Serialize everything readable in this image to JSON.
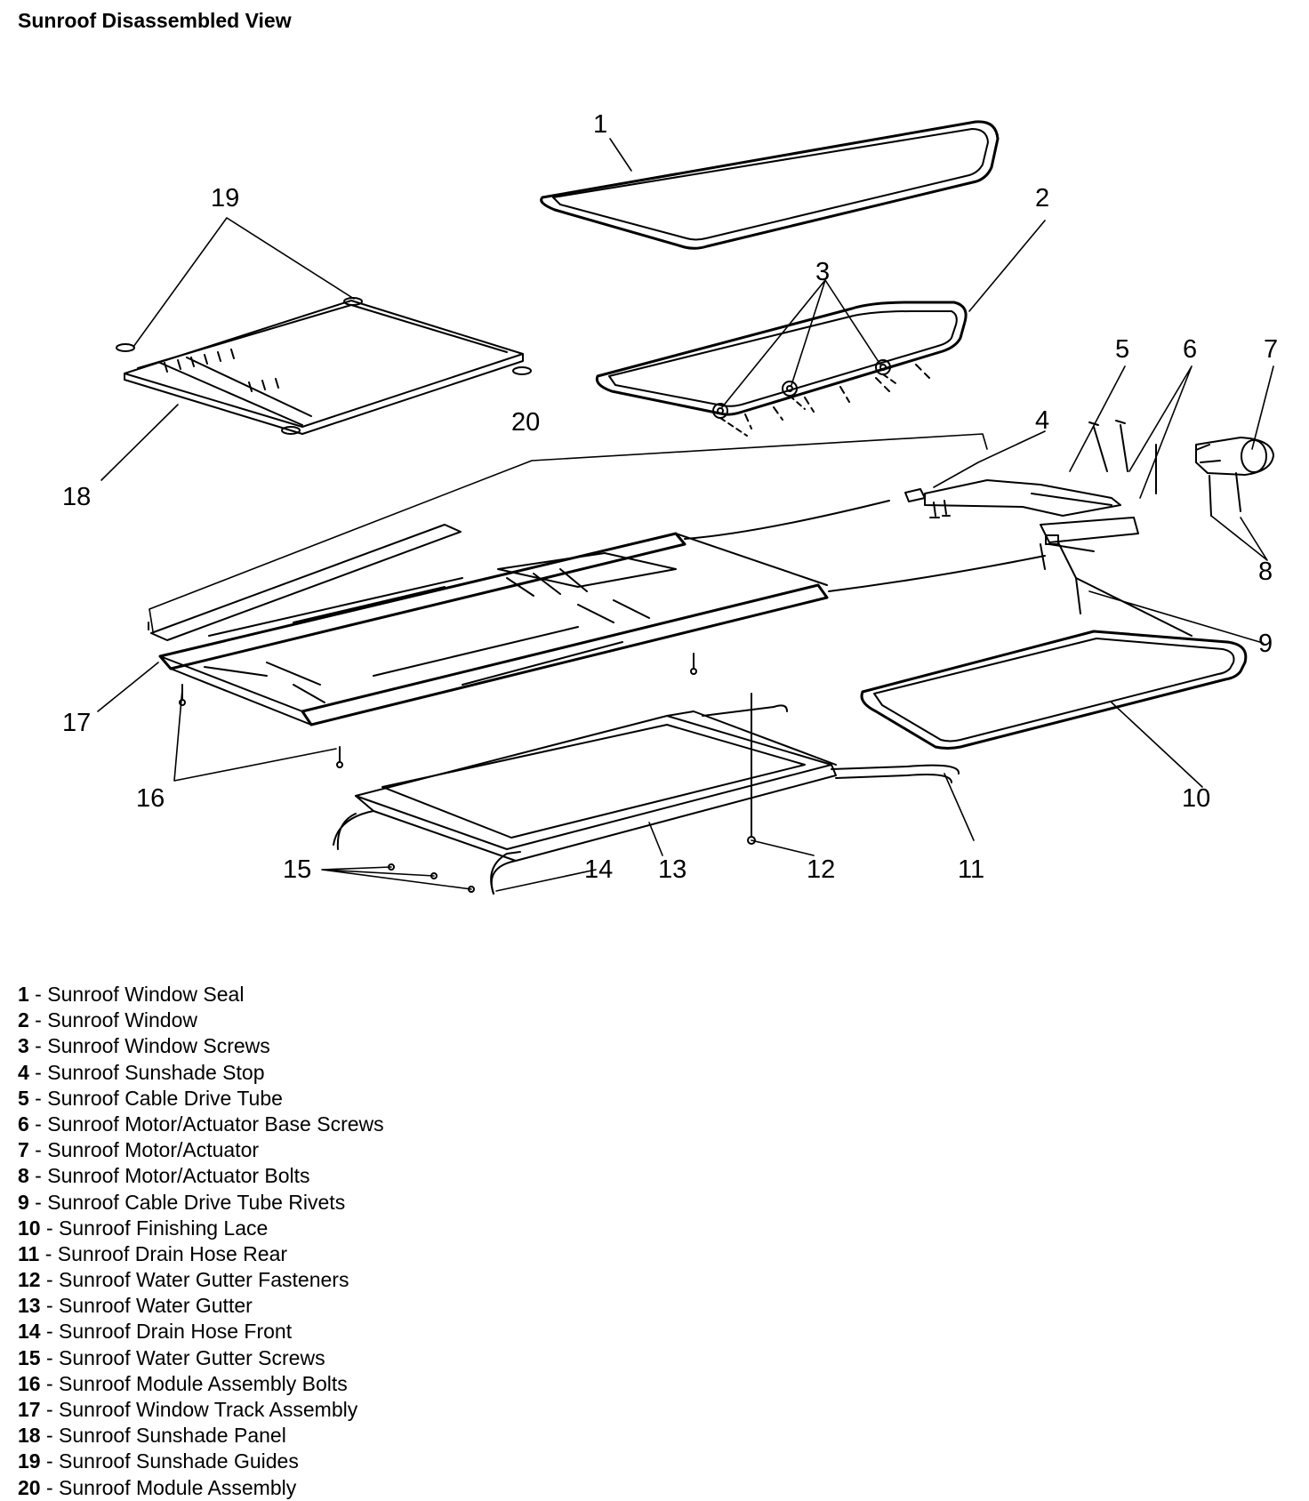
{
  "title": "Sunroof Disassembled View",
  "callouts": [
    "1",
    "2",
    "3",
    "4",
    "5",
    "6",
    "7",
    "8",
    "9",
    "10",
    "11",
    "12",
    "13",
    "14",
    "15",
    "16",
    "17",
    "18",
    "19",
    "20"
  ],
  "legend": [
    {
      "num": "1",
      "sep": " - ",
      "text": "Sunroof Window Seal"
    },
    {
      "num": "2",
      "sep": " - ",
      "text": "Sunroof Window"
    },
    {
      "num": "3",
      "sep": " - ",
      "text": "Sunroof Window Screws"
    },
    {
      "num": "4",
      "sep": " - ",
      "text": "Sunroof Sunshade Stop"
    },
    {
      "num": "5",
      "sep": " - ",
      "text": "Sunroof Cable Drive Tube"
    },
    {
      "num": "6",
      "sep": " - ",
      "text": "Sunroof Motor/Actuator Base Screws"
    },
    {
      "num": "7",
      "sep": " - ",
      "text": "Sunroof Motor/Actuator"
    },
    {
      "num": "8",
      "sep": " - ",
      "text": "Sunroof Motor/Actuator Bolts"
    },
    {
      "num": "9",
      "sep": " - ",
      "text": "Sunroof Cable Drive Tube Rivets"
    },
    {
      "num": "10",
      "sep": " - ",
      "text": "Sunroof Finishing Lace"
    },
    {
      "num": "11",
      "sep": " - ",
      "text": "Sunroof Drain Hose Rear"
    },
    {
      "num": "12",
      "sep": " - ",
      "text": "Sunroof Water Gutter Fasteners"
    },
    {
      "num": "13",
      "sep": " - ",
      "text": "Sunroof Water Gutter"
    },
    {
      "num": "14",
      "sep": " - ",
      "text": "Sunroof Drain Hose Front"
    },
    {
      "num": "15",
      "sep": " - ",
      "text": "Sunroof Water Gutter Screws"
    },
    {
      "num": "16",
      "sep": " - ",
      "text": "Sunroof Module Assembly Bolts"
    },
    {
      "num": "17",
      "sep": " - ",
      "text": "Sunroof Window Track Assembly"
    },
    {
      "num": "18",
      "sep": " - ",
      "text": "Sunroof Sunshade Panel"
    },
    {
      "num": "19",
      "sep": " - ",
      "text": "Sunroof Sunshade Guides"
    },
    {
      "num": "20",
      "sep": " - ",
      "text": "Sunroof Module Assembly"
    }
  ]
}
